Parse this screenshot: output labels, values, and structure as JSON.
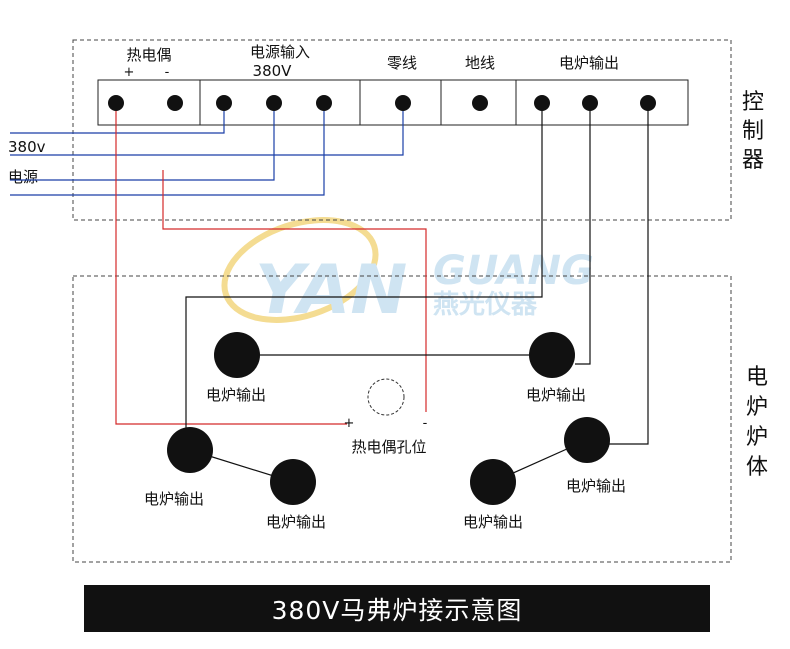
{
  "controller": {
    "label": "控制器",
    "thermocouple": {
      "label": "热电偶",
      "plus": "+",
      "minus": "-"
    },
    "power_input": {
      "label": "电源输入",
      "voltage": "380V"
    },
    "neutral": {
      "label": "零线"
    },
    "ground": {
      "label": "地线"
    },
    "furnace_output": {
      "label": "电炉输出"
    }
  },
  "supply": {
    "voltage": "380v",
    "label": "电源"
  },
  "furnace": {
    "label": "电炉炉体",
    "outputs": [
      "电炉输出",
      "电炉输出",
      "电炉输出",
      "电炉输出",
      "电炉输出",
      "电炉输出"
    ],
    "thermocouple_hole": {
      "label": "热电偶孔位",
      "plus": "+",
      "minus": "-"
    }
  },
  "watermark": {
    "latin_a": "YAN",
    "latin_b": "GUANG",
    "cn": "燕光仪器"
  },
  "caption": "380V马弗炉接示意图",
  "colors": {
    "wire_blue": "#1a3fa8",
    "wire_red": "#d42a2a",
    "wire_black": "#111111",
    "watermark": "#cfe4f2",
    "watermark_ring": "#f4dc92"
  }
}
